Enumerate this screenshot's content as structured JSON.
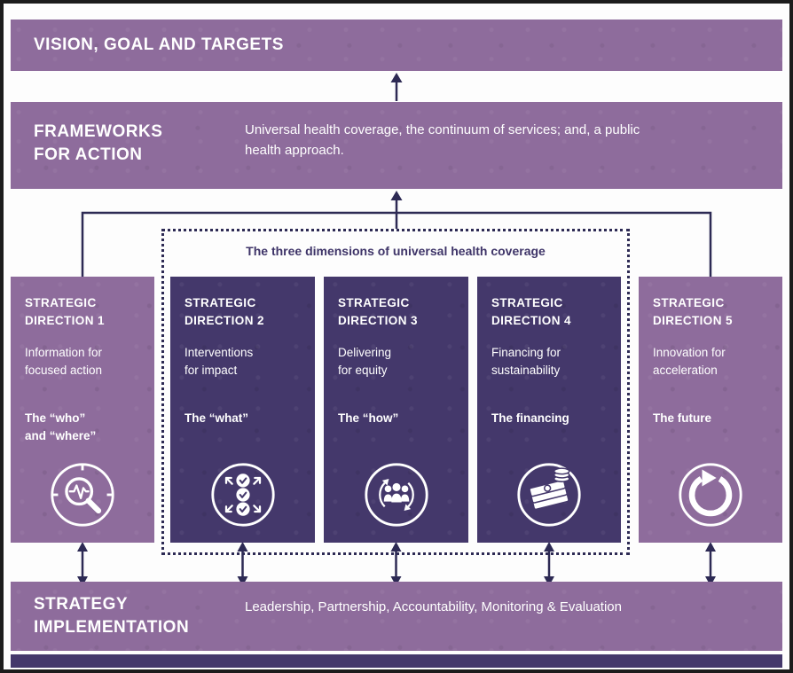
{
  "colors": {
    "band_purple": "#8e6c9c",
    "dark_purple": "#44386b",
    "arrow_navy": "#2d2a54",
    "dotted_title_text": "#3e3468",
    "text_white": "#ffffff"
  },
  "vision_band": {
    "title": "VISION, GOAL AND TARGETS"
  },
  "frameworks_band": {
    "title": "FRAMEWORKS\nFOR ACTION",
    "description": "Universal health coverage, the continuum of services; and, a public\nhealth approach."
  },
  "dimensions_box": {
    "title": "The three dimensions of universal health coverage"
  },
  "columns": [
    {
      "title": "STRATEGIC\nDIRECTION 1",
      "description": "Information for\nfocused action",
      "tagline": "The “who”\nand “where”",
      "icon": "magnifier-pulse-icon",
      "style": "light"
    },
    {
      "title": "STRATEGIC\nDIRECTION 2",
      "description": "Interventions\nfor impact",
      "tagline": "The “what”",
      "icon": "checklist-arrows-icon",
      "style": "dark"
    },
    {
      "title": "STRATEGIC\nDIRECTION 3",
      "description": "Delivering\nfor equity",
      "tagline": "The “how”",
      "icon": "people-cycle-icon",
      "style": "dark"
    },
    {
      "title": "STRATEGIC\nDIRECTION 4",
      "description": "Financing for\nsustainability",
      "tagline": "The financing",
      "icon": "money-stack-icon",
      "style": "dark"
    },
    {
      "title": "STRATEGIC\nDIRECTION 5",
      "description": "Innovation for\nacceleration",
      "tagline": "The future",
      "icon": "circular-arrow-icon",
      "style": "light"
    }
  ],
  "implementation_band": {
    "title": "STRATEGY\nIMPLEMENTATION",
    "description": "Leadership, Partnership, Accountability, Monitoring & Evaluation"
  }
}
